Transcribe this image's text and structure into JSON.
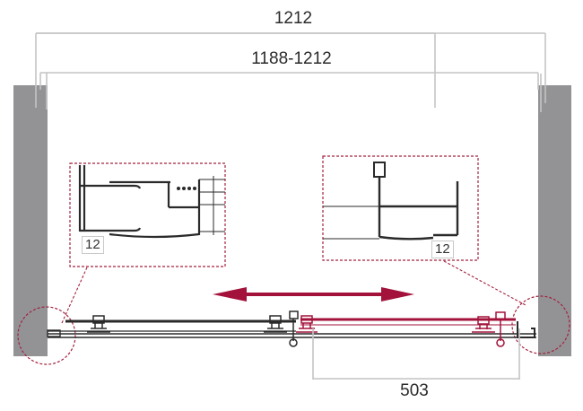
{
  "diagram": {
    "type": "sliding shower door plan view",
    "dimensions": {
      "overall_width": "1212",
      "adjustable_range": "1188-1212",
      "opening_width": "503"
    },
    "detail_left": {
      "profile_thickness": "12"
    },
    "detail_right": {
      "profile_thickness": "12"
    },
    "arrow": {
      "label": "sliding direction",
      "direction": "both"
    },
    "colors": {
      "wall": "#939396",
      "dimension_line": "#bdbdbd",
      "detail_frame": "#a3223f",
      "accent_door": "#a3123a",
      "profile": "#2a2a2a",
      "text": "#2b2b2b"
    }
  }
}
